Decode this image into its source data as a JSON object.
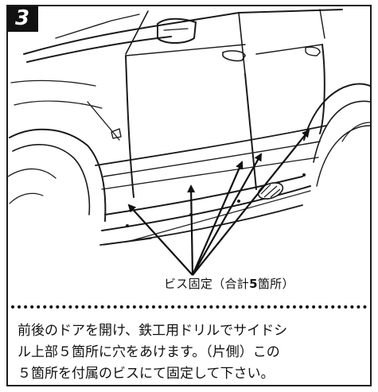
{
  "step": {
    "number": "3"
  },
  "figure": {
    "caption_prefix": "ビス固定（合計",
    "caption_count": "5",
    "caption_suffix": "箇所）"
  },
  "instructions": {
    "lines": [
      "前後のドアを開け、鉄工用ドリルでサイドシ",
      "ル上部５箇所に穴をあけます。（片側）この",
      "５箇所を付属のビスにて固定して下さい。"
    ]
  }
}
